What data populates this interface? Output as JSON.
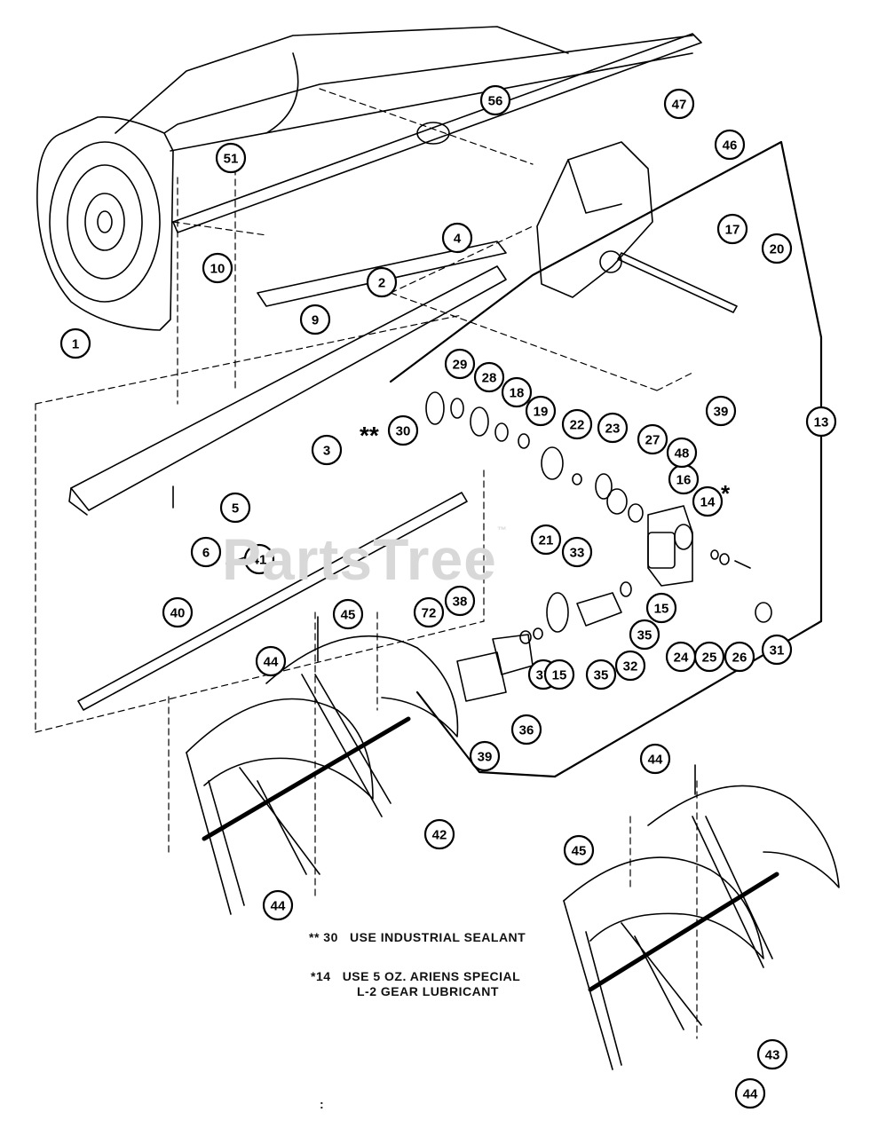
{
  "diagram": {
    "callouts": [
      {
        "id": "1",
        "label": "1"
      },
      {
        "id": "10",
        "label": "10"
      },
      {
        "id": "51",
        "label": "51"
      },
      {
        "id": "56",
        "label": "56"
      },
      {
        "id": "47",
        "label": "47"
      },
      {
        "id": "46",
        "label": "46"
      },
      {
        "id": "4",
        "label": "4"
      },
      {
        "id": "2",
        "label": "2"
      },
      {
        "id": "9",
        "label": "9"
      },
      {
        "id": "17",
        "label": "17"
      },
      {
        "id": "20",
        "label": "20"
      },
      {
        "id": "3",
        "label": "3"
      },
      {
        "id": "5",
        "label": "5"
      },
      {
        "id": "6",
        "label": "6"
      },
      {
        "id": "13",
        "label": "13"
      },
      {
        "id": "29",
        "label": "29"
      },
      {
        "id": "28",
        "label": "28"
      },
      {
        "id": "18",
        "label": "18"
      },
      {
        "id": "30",
        "label": "30"
      },
      {
        "id": "19",
        "label": "19"
      },
      {
        "id": "22",
        "label": "22"
      },
      {
        "id": "23",
        "label": "23"
      },
      {
        "id": "27",
        "label": "27"
      },
      {
        "id": "16",
        "label": "16"
      },
      {
        "id": "48",
        "label": "48"
      },
      {
        "id": "39a",
        "label": "39"
      },
      {
        "id": "14",
        "label": "14"
      },
      {
        "id": "21",
        "label": "21"
      },
      {
        "id": "33",
        "label": "33"
      },
      {
        "id": "41",
        "label": "41"
      },
      {
        "id": "72",
        "label": "72"
      },
      {
        "id": "38",
        "label": "38"
      },
      {
        "id": "45a",
        "label": "45"
      },
      {
        "id": "40",
        "label": "40"
      },
      {
        "id": "44a",
        "label": "44"
      },
      {
        "id": "15a",
        "label": "15"
      },
      {
        "id": "35a",
        "label": "35"
      },
      {
        "id": "32",
        "label": "32"
      },
      {
        "id": "24",
        "label": "24"
      },
      {
        "id": "25",
        "label": "25"
      },
      {
        "id": "26",
        "label": "26"
      },
      {
        "id": "31",
        "label": "31"
      },
      {
        "id": "37",
        "label": "37"
      },
      {
        "id": "15b",
        "label": "15"
      },
      {
        "id": "35b",
        "label": "35"
      },
      {
        "id": "36",
        "label": "36"
      },
      {
        "id": "39b",
        "label": "39"
      },
      {
        "id": "42",
        "label": "42"
      },
      {
        "id": "44b",
        "label": "44"
      },
      {
        "id": "45b",
        "label": "45"
      },
      {
        "id": "44c",
        "label": "44"
      },
      {
        "id": "43",
        "label": "43"
      },
      {
        "id": "44d",
        "label": "44"
      }
    ],
    "double_star": "**",
    "single_star": "*",
    "notes": {
      "note1": "** 30   USE INDUSTRIAL SEALANT",
      "note2_line1": "*14   USE 5 OZ. ARIENS SPECIAL",
      "note2_line2": "L-2 GEAR LUBRICANT"
    },
    "watermark": "PartsTree",
    "watermark_tm": "™",
    "footer_mark": ":"
  }
}
